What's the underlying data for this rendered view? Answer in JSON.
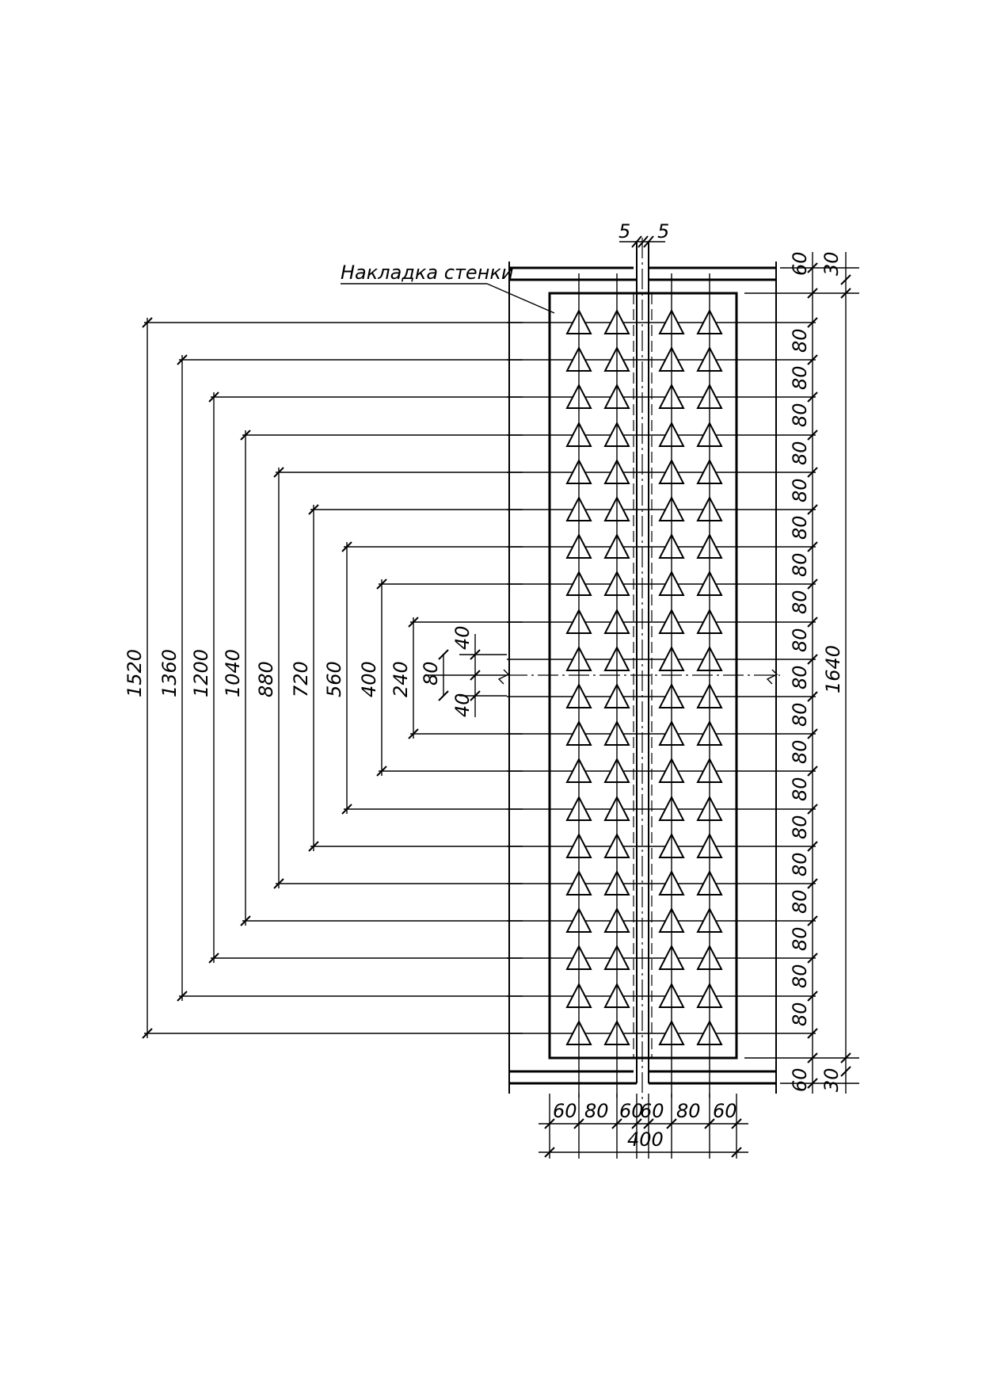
{
  "title_label": "Накладка стенки",
  "top_gap_labels": [
    "5",
    "5"
  ],
  "spacing_labels": [
    "80",
    "80",
    "80",
    "80",
    "80",
    "80",
    "80",
    "80",
    "80",
    "80",
    "80",
    "80",
    "80",
    "80",
    "80",
    "80",
    "80",
    "80",
    "80"
  ],
  "top_edge_labels": [
    "60",
    "30"
  ],
  "bottom_edge_labels": [
    "60",
    "30"
  ],
  "overall_height_label": "1640",
  "bottom_row_labels": [
    "60",
    "80",
    "60",
    "60",
    "80",
    "60"
  ],
  "bottom_total_label": "400",
  "chain_labels": [
    "1520",
    "1360",
    "1200",
    "1040",
    "880",
    "720",
    "560",
    "400",
    "240"
  ],
  "center_small_labels": [
    "80",
    "40",
    "40"
  ],
  "bolt_grid": {
    "columns": 4,
    "rows": 20
  }
}
